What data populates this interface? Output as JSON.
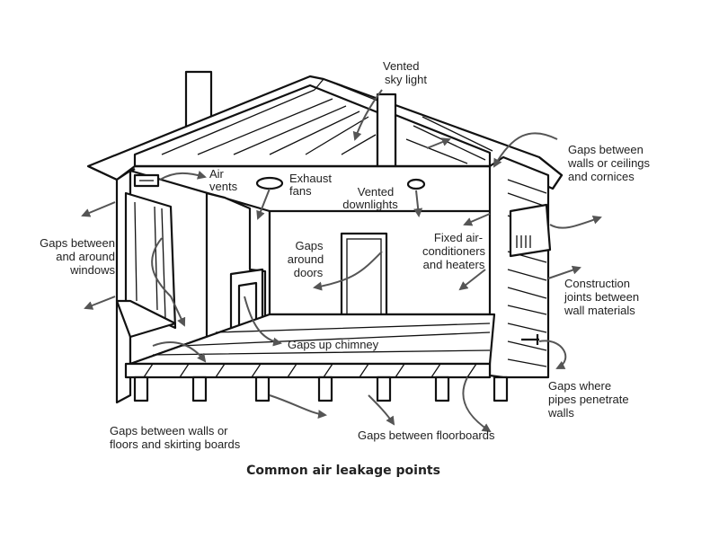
{
  "labels": {
    "sky_light": [
      "Vented",
      "sky light"
    ],
    "cornices": [
      "Gaps between",
      "walls or ceilings",
      "and cornices"
    ],
    "air_vents": [
      "Air",
      "vents"
    ],
    "exhaust_fans": [
      "Exhaust",
      "fans"
    ],
    "downlights": [
      "Vented",
      "downlights"
    ],
    "windows": [
      "Gaps between",
      "and around",
      "windows"
    ],
    "doors": [
      "Gaps",
      "around",
      "doors"
    ],
    "air_conditioners": [
      "Fixed air-",
      "conditioners",
      "and heaters"
    ],
    "construction_joints": [
      "Construction",
      "joints between",
      "wall materials"
    ],
    "chimney": [
      "Gaps up chimney"
    ],
    "pipes": [
      "Gaps where",
      "pipes penetrate",
      "walls"
    ],
    "skirting": [
      "Gaps between walls or",
      "floors and skirting boards"
    ],
    "floorboards": [
      "Gaps between floorboards"
    ]
  },
  "caption": "Common air leakage points",
  "colors": {
    "line": "#111111",
    "arrow": "#555555"
  }
}
